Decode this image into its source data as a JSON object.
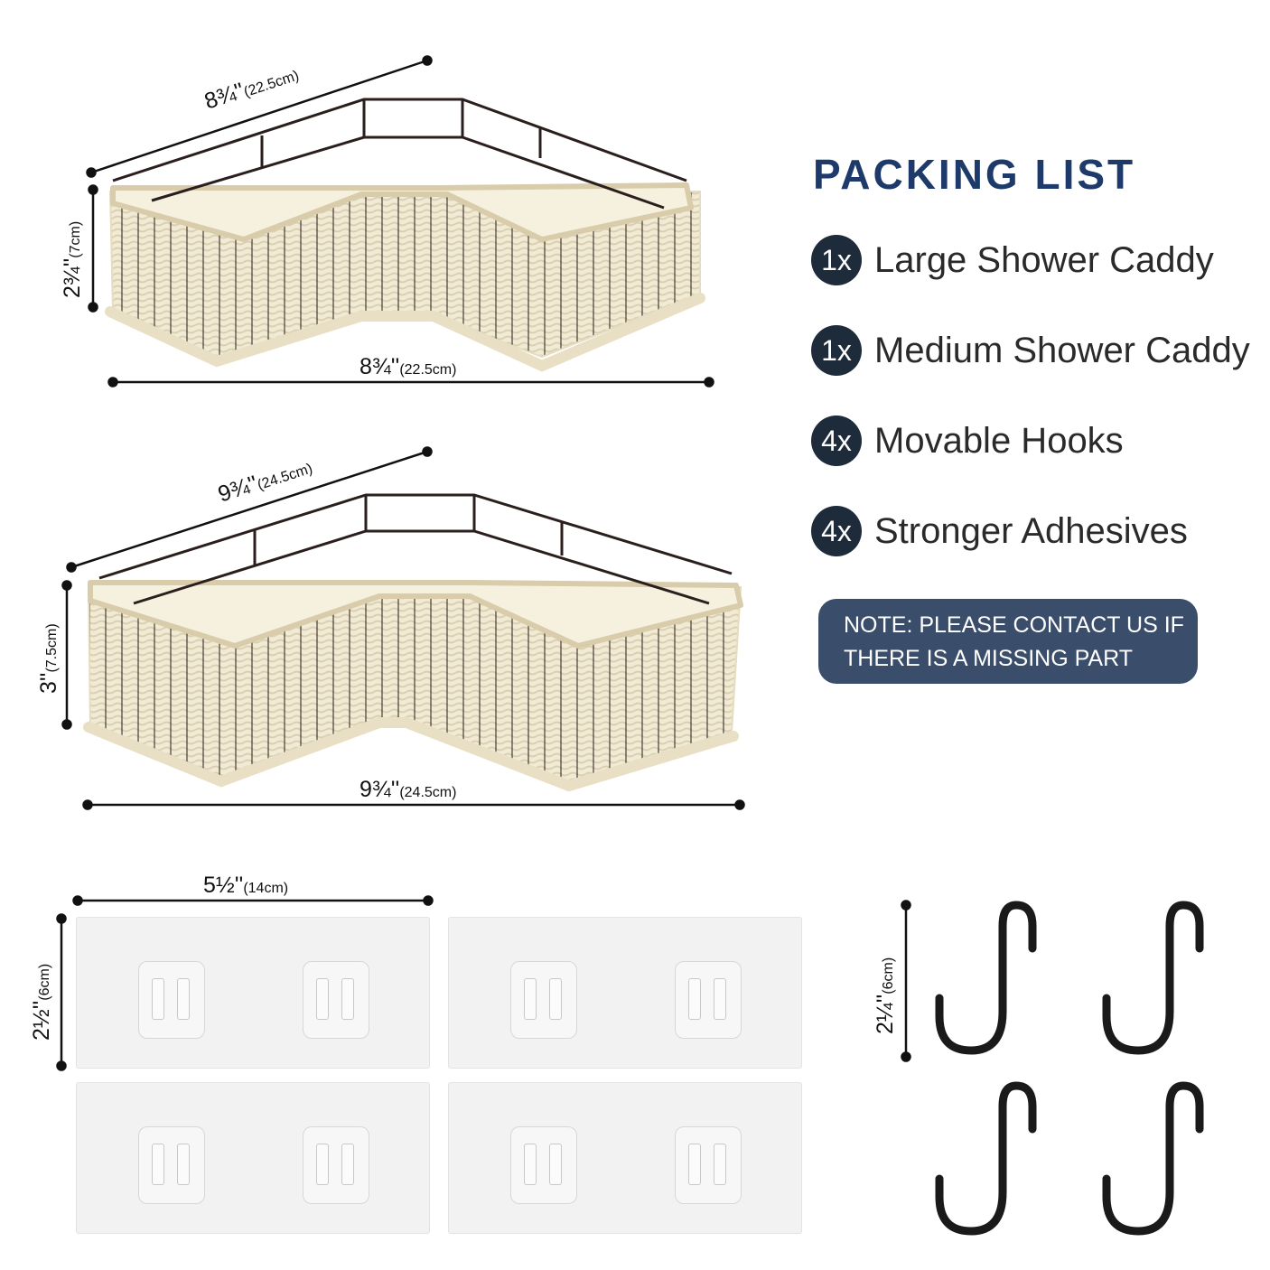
{
  "packing_list": {
    "title": "PACKING LIST",
    "items": [
      {
        "qty": "1x",
        "label": "Large Shower Caddy"
      },
      {
        "qty": "1x",
        "label": "Medium Shower Caddy"
      },
      {
        "qty": "4x",
        "label": "Movable Hooks"
      },
      {
        "qty": "4x",
        "label": "Stronger Adhesives"
      }
    ],
    "note_line1": "NOTE: PLEASE CONTACT US IF",
    "note_line2": "THERE IS A MISSING PART"
  },
  "dimensions": {
    "caddy1_top": {
      "main": "8¾''",
      "metric": "(22.5cm)"
    },
    "caddy1_height": {
      "main": "2¾''",
      "metric": "(7cm)"
    },
    "caddy1_bottom": {
      "main": "8¾''",
      "metric": "(22.5cm)"
    },
    "caddy2_top": {
      "main": "9¾''",
      "metric": "(24.5cm)"
    },
    "caddy2_height": {
      "main": "3''",
      "metric": "(7.5cm)"
    },
    "caddy2_bottom": {
      "main": "9¾''",
      "metric": "(24.5cm)"
    },
    "adhesive_width": {
      "main": "5½''",
      "metric": "(14cm)"
    },
    "adhesive_height": {
      "main": "2½''",
      "metric": "(6cm)"
    },
    "hook_height": {
      "main": "2¼''",
      "metric": "(6cm)"
    }
  },
  "colors": {
    "title": "#1d3a6b",
    "qty_circle": "#1e2b3a",
    "note_bg": "#3a4d6a",
    "basket": "#efe8d2",
    "frame": "#2a1f1c"
  }
}
